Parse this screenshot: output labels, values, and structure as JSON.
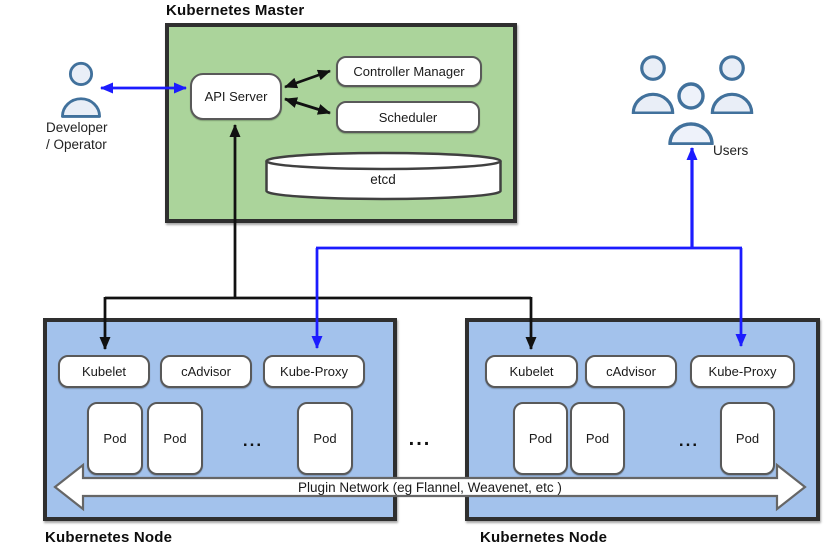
{
  "master": {
    "title": "Kubernetes Master",
    "api_server": "API Server",
    "controller_manager": "Controller Manager",
    "scheduler": "Scheduler",
    "etcd": "etcd"
  },
  "developer": {
    "line1": "Developer",
    "line2": "/ Operator"
  },
  "users": {
    "label": "Users"
  },
  "nodes": [
    {
      "label": "Kubernetes Node",
      "components": [
        "Kubelet",
        "cAdvisor",
        "Kube-Proxy"
      ],
      "pods": [
        "Pod",
        "Pod",
        "Pod"
      ],
      "ellipsis": "..."
    },
    {
      "label": "Kubernetes Node",
      "components": [
        "Kubelet",
        "cAdvisor",
        "Kube-Proxy"
      ],
      "pods": [
        "Pod",
        "Pod",
        "Pod"
      ],
      "ellipsis": "..."
    }
  ],
  "separator": "...",
  "network": {
    "label": "Plugin Network (eg Flannel, Weavenet, etc )"
  },
  "colors": {
    "master_fill": "#abd49b",
    "node_fill": "#a3c2ec",
    "arrow_blue": "#1c1cff",
    "arrow_black": "#111111",
    "box_border": "#595959",
    "outer_border": "#2f2f2f",
    "person_fill": "#e9eef7",
    "person_stroke": "#41719c"
  }
}
